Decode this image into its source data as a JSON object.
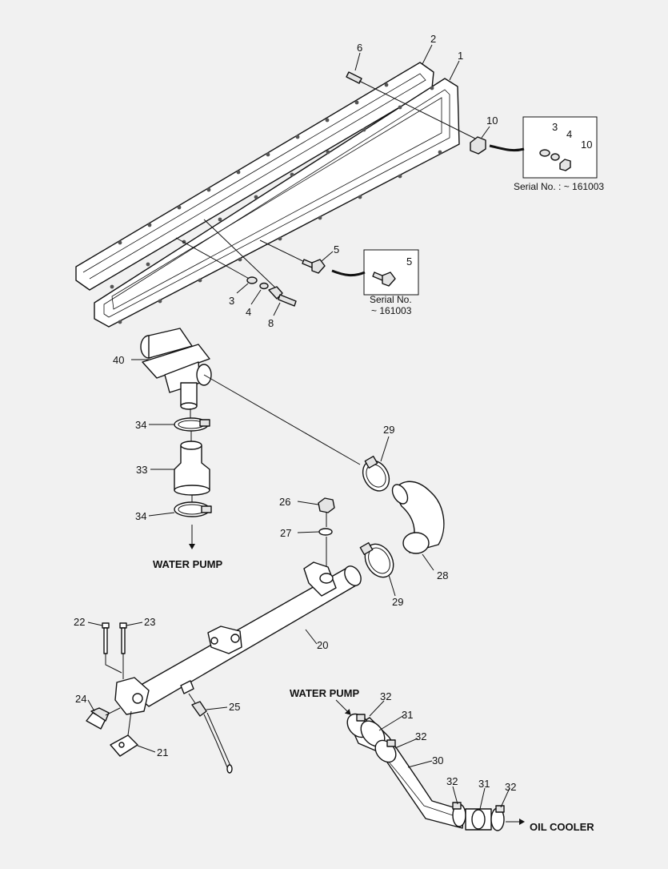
{
  "labels": {
    "n1": "1",
    "n2": "2",
    "n3a": "3",
    "n3b": "3",
    "n4a": "4",
    "n4b": "4",
    "n5a": "5",
    "n5b": "5",
    "n6": "6",
    "n8": "8",
    "n10a": "10",
    "n10b": "10",
    "n20": "20",
    "n21": "21",
    "n22": "22",
    "n23": "23",
    "n24": "24",
    "n25": "25",
    "n26": "26",
    "n27": "27",
    "n28": "28",
    "n29a": "29",
    "n29b": "29",
    "n30": "30",
    "n31a": "31",
    "n31b": "31",
    "n32a": "32",
    "n32b": "32",
    "n32c": "32",
    "n32d": "32",
    "n33": "33",
    "n34a": "34",
    "n34b": "34",
    "n40": "40"
  },
  "callouts": {
    "serial_top": "Serial No. : ~ 161003",
    "serial_mid_line1": "Serial No.",
    "serial_mid_line2": "~ 161003",
    "water_pump_left": "WATER PUMP",
    "water_pump_right": "WATER PUMP",
    "oil_cooler": "OIL COOLER"
  }
}
